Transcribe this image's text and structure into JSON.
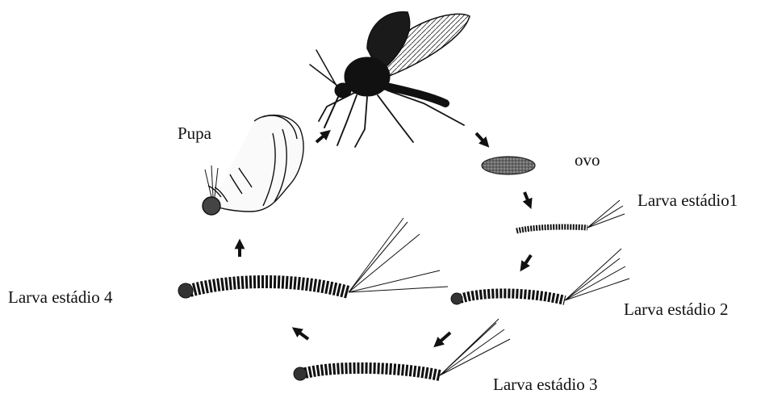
{
  "stages": {
    "pupa": "Pupa",
    "egg": "ovo",
    "larva1": "Larva estádio1",
    "larva2": "Larva estádio 2",
    "larva3": "Larva estádio 3",
    "larva4": "Larva estádio 4"
  },
  "colors": {
    "ink": "#111111",
    "egg_fill": "#4a4a4a"
  }
}
